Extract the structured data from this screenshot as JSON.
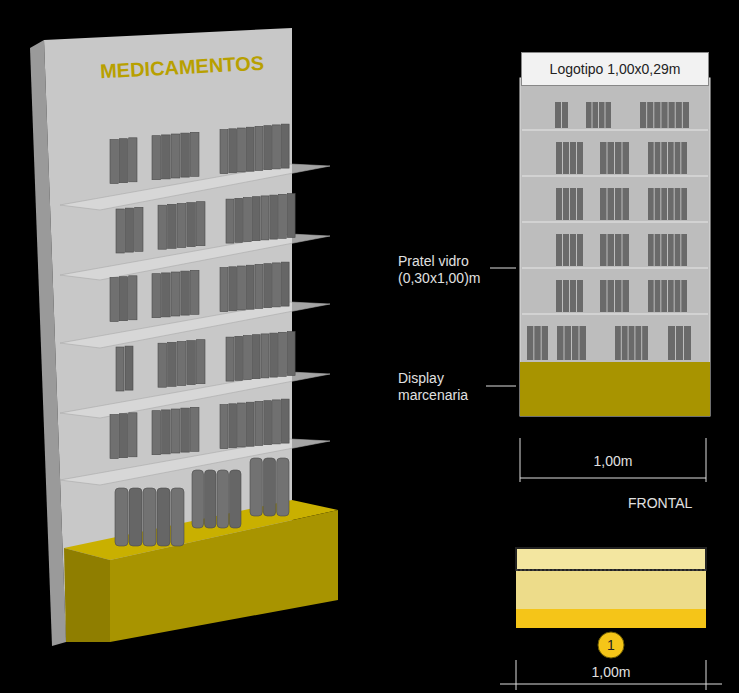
{
  "diagram": {
    "nodes": [
      {
        "text": [
          "Logotipo 1,00x0,29m"
        ]
      },
      {
        "text": [
          "1"
        ]
      }
    ],
    "labels": [
      "MEDICAMENTOS",
      "Pratel vidro (0,30x1,00)m",
      "Display marcenaria",
      "1,00m",
      "FRONTAL",
      "1,00m"
    ]
  }
}
